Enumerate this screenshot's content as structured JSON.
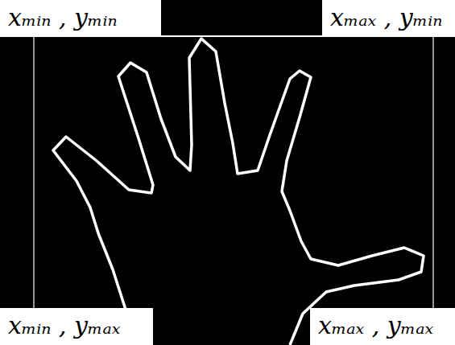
{
  "diagram": {
    "nodes": [
      {
        "text": [
          "xₘᵢₙ , yₘᵢₙ"
        ]
      },
      {
        "text": [
          "xₘₐₓ , yₘᵢₙ"
        ]
      },
      {
        "text": [
          "xₘᵢₙ , yₘₐₓ"
        ]
      },
      {
        "text": [
          "xₘₐₓ , yₘₐₓ"
        ]
      }
    ]
  }
}
